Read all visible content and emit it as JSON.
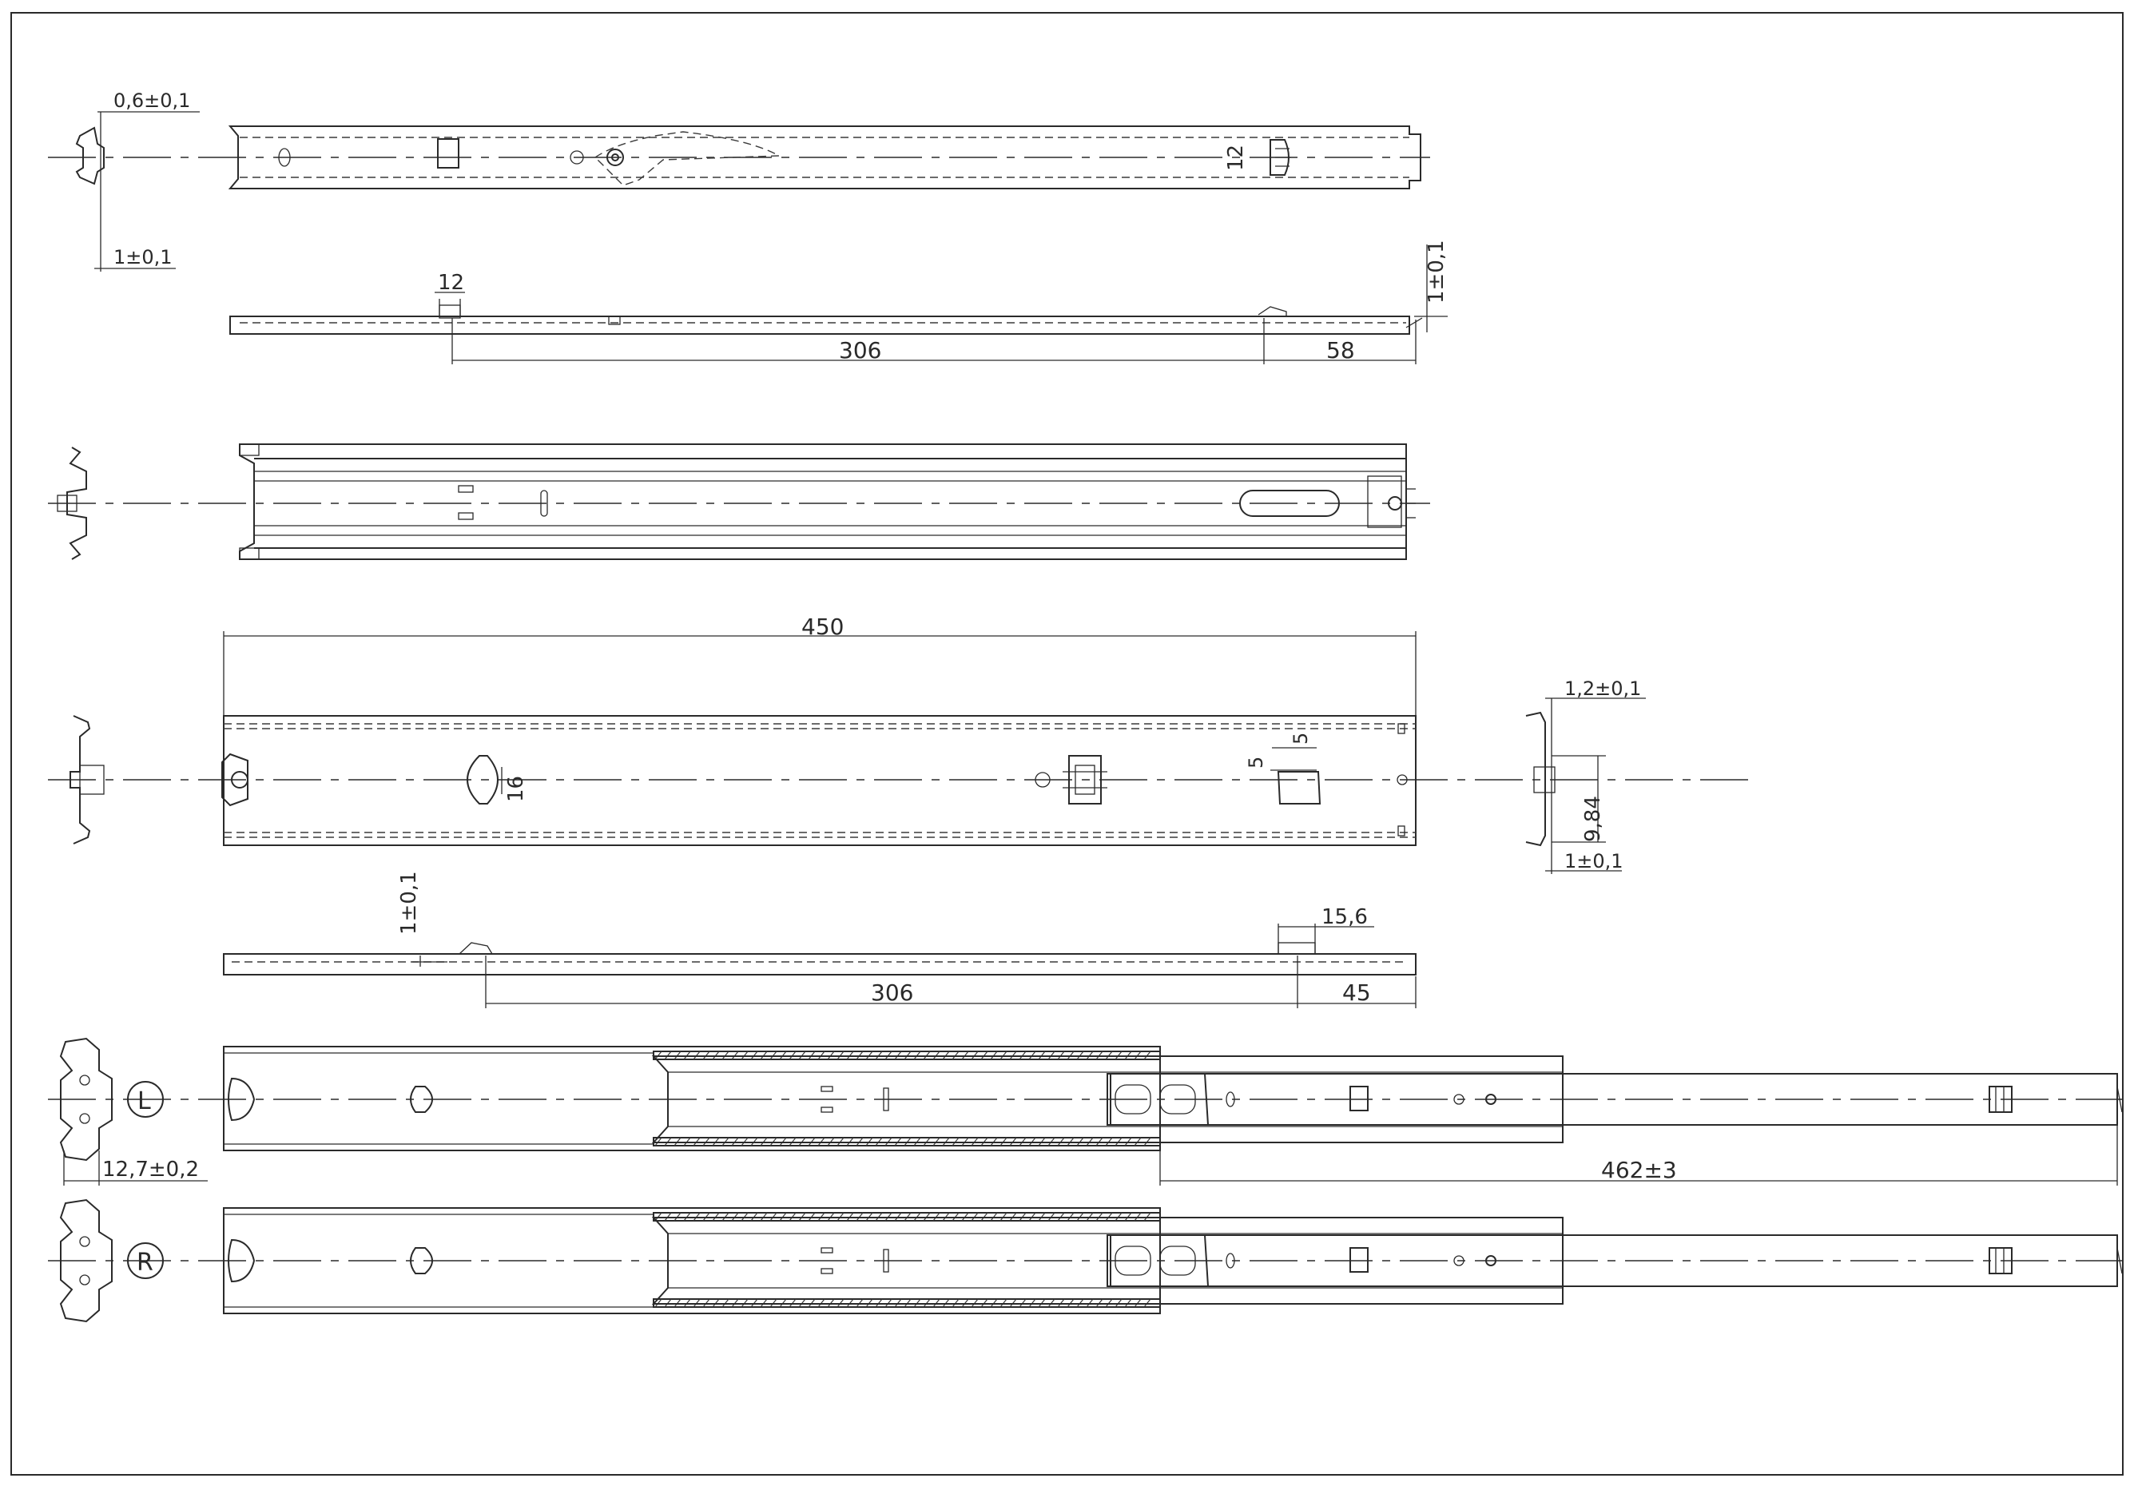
{
  "drawing": {
    "views": {
      "view1": {
        "d_thickness_top": "0,6±0,1",
        "d_thickness_bottom": "1±0,1",
        "d_slot": "12"
      },
      "view2": {
        "d_tab": "12",
        "d_len_main": "306",
        "d_len_end": "58",
        "d_thickness": "1±0,1"
      },
      "view4": {
        "d_total": "450",
        "d_hole": "16",
        "d_w1": "5",
        "d_w2": "5",
        "d_thk_top": "1,2±0,1",
        "d_center": "9,84",
        "d_thk_bottom": "1±0,1"
      },
      "view5": {
        "d_thickness": "1±0,1",
        "d_tab": "15,6",
        "d_len_main": "306",
        "d_len_end": "45"
      },
      "assembly": {
        "side_left": "L",
        "side_right": "R",
        "d_height": "12,7±0,2",
        "d_extension": "462±3"
      }
    }
  }
}
